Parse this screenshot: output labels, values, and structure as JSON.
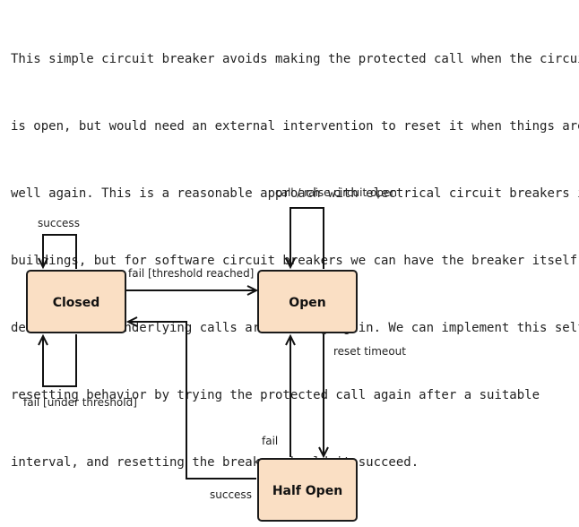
{
  "intro": {
    "lines": [
      "This simple circuit breaker avoids making the protected call when the circuit",
      "is open, but would need an external intervention to reset it when things are",
      "well again. This is a reasonable approach with electrical circuit breakers in",
      "buildings, but for software circuit breakers we can have the breaker itself",
      "detect if the underlying calls are working again. We can implement this self-",
      "resetting behavior by trying the protected call again after a suitable",
      "interval, and resetting the breaker should it succeed."
    ]
  },
  "diagram": {
    "colors": {
      "state_fill": "#fadfc4",
      "state_stroke": "#1a1a1a",
      "line": "#111111"
    },
    "states": {
      "closed": "Closed",
      "open": "Open",
      "half_open": "Half Open"
    },
    "transitions": {
      "closed_success": "success",
      "closed_fail_under": "fail [under threshold]",
      "closed_to_open": "fail [threshold reached]",
      "open_self": "call / raise circuit open",
      "open_to_half": "reset timeout",
      "half_to_open": "fail",
      "half_to_closed": "success"
    }
  }
}
